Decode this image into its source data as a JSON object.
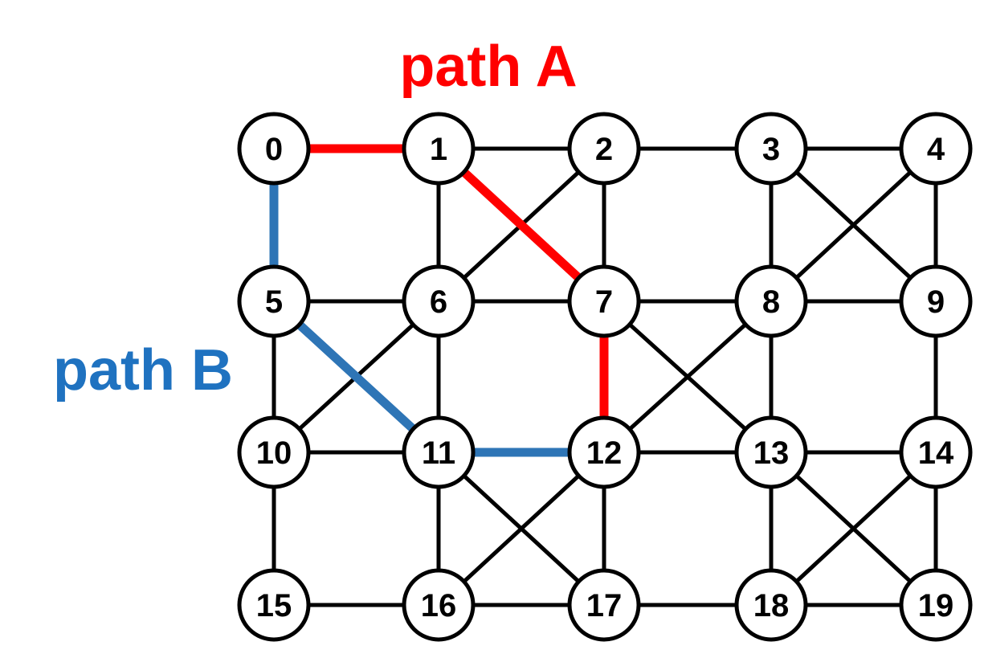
{
  "labels": {
    "path_a": "path A",
    "path_b": "path B"
  },
  "colors": {
    "edge": "#000000",
    "path_a": "#ff0000",
    "path_b": "#2e75b6",
    "path_b_text": "#1f72c0",
    "node_fill": "#ffffff",
    "node_stroke": "#000000"
  },
  "nodes": [
    {
      "id": 0,
      "label": "0"
    },
    {
      "id": 1,
      "label": "1"
    },
    {
      "id": 2,
      "label": "2"
    },
    {
      "id": 3,
      "label": "3"
    },
    {
      "id": 4,
      "label": "4"
    },
    {
      "id": 5,
      "label": "5"
    },
    {
      "id": 6,
      "label": "6"
    },
    {
      "id": 7,
      "label": "7"
    },
    {
      "id": 8,
      "label": "8"
    },
    {
      "id": 9,
      "label": "9"
    },
    {
      "id": 10,
      "label": "10"
    },
    {
      "id": 11,
      "label": "11"
    },
    {
      "id": 12,
      "label": "12"
    },
    {
      "id": 13,
      "label": "13"
    },
    {
      "id": 14,
      "label": "14"
    },
    {
      "id": 15,
      "label": "15"
    },
    {
      "id": 16,
      "label": "16"
    },
    {
      "id": 17,
      "label": "17"
    },
    {
      "id": 18,
      "label": "18"
    },
    {
      "id": 19,
      "label": "19"
    }
  ],
  "edges": [
    [
      1,
      2
    ],
    [
      2,
      3
    ],
    [
      3,
      4
    ],
    [
      5,
      6
    ],
    [
      6,
      7
    ],
    [
      7,
      8
    ],
    [
      8,
      9
    ],
    [
      10,
      11
    ],
    [
      12,
      13
    ],
    [
      13,
      14
    ],
    [
      15,
      16
    ],
    [
      16,
      17
    ],
    [
      17,
      18
    ],
    [
      18,
      19
    ],
    [
      1,
      6
    ],
    [
      2,
      7
    ],
    [
      3,
      8
    ],
    [
      4,
      9
    ],
    [
      5,
      10
    ],
    [
      6,
      11
    ],
    [
      8,
      13
    ],
    [
      9,
      14
    ],
    [
      10,
      15
    ],
    [
      11,
      16
    ],
    [
      12,
      17
    ],
    [
      13,
      18
    ],
    [
      14,
      19
    ],
    [
      2,
      6
    ],
    [
      3,
      9
    ],
    [
      4,
      8
    ],
    [
      6,
      10
    ],
    [
      7,
      13
    ],
    [
      8,
      12
    ],
    [
      11,
      17
    ],
    [
      12,
      16
    ],
    [
      13,
      19
    ],
    [
      14,
      18
    ]
  ],
  "path_a_edges": [
    [
      0,
      1
    ],
    [
      1,
      7
    ],
    [
      7,
      12
    ]
  ],
  "path_b_edges": [
    [
      0,
      5
    ],
    [
      5,
      11
    ],
    [
      11,
      12
    ]
  ]
}
